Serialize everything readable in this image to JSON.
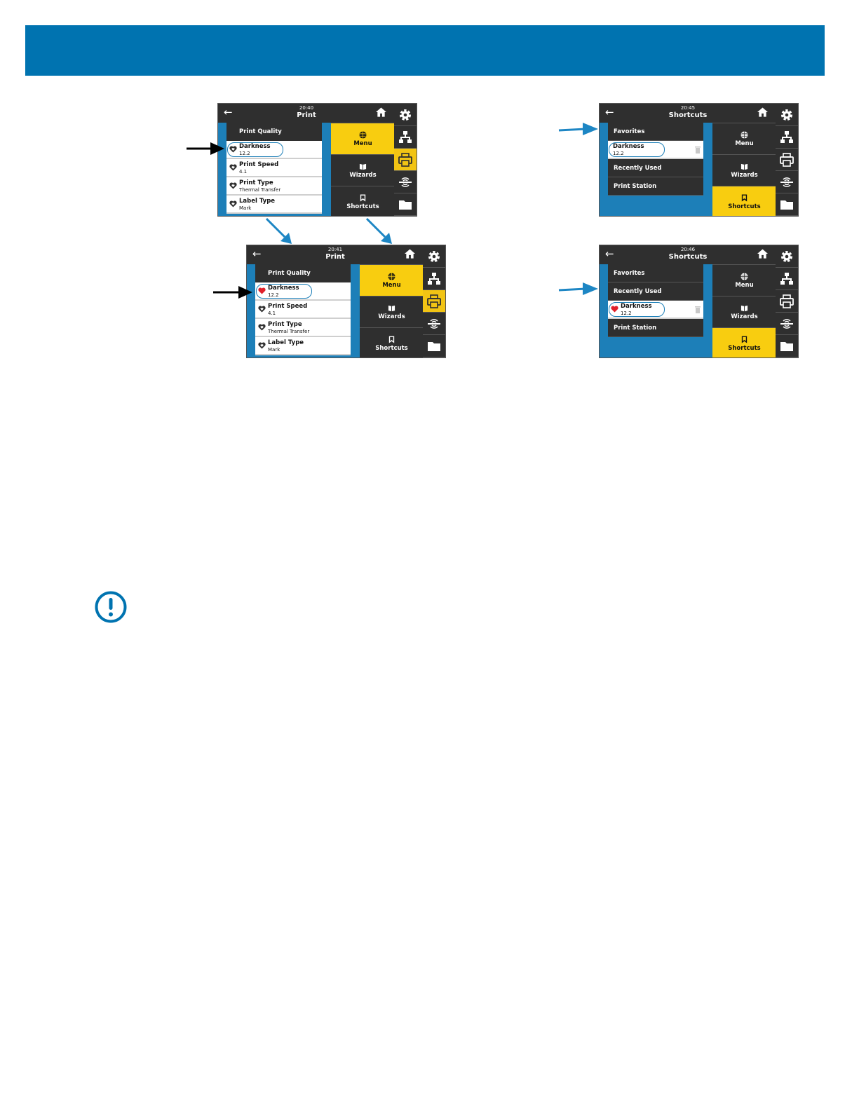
{
  "screens": [
    {
      "time": "20:40",
      "title": "Print",
      "list_header": "Print Quality",
      "items": [
        {
          "name": "Darkness",
          "value": "12.2"
        },
        {
          "name": "Print Speed",
          "value": "4.1"
        },
        {
          "name": "Print Type",
          "value": "Thermal Transfer"
        },
        {
          "name": "Label Type",
          "value": "Mark"
        }
      ],
      "tiles": [
        "Menu",
        "Wizards",
        "Shortcuts"
      ],
      "active_tile": "Menu",
      "active_rail": "printer-icon",
      "favorite_selected": false
    },
    {
      "time": "20:41",
      "title": "Print",
      "list_header": "Print Quality",
      "items": [
        {
          "name": "Darkness",
          "value": "12.2"
        },
        {
          "name": "Print Speed",
          "value": "4.1"
        },
        {
          "name": "Print Type",
          "value": "Thermal Transfer"
        },
        {
          "name": "Label Type",
          "value": "Mark"
        }
      ],
      "tiles": [
        "Menu",
        "Wizards",
        "Shortcuts"
      ],
      "active_tile": "Menu",
      "active_rail": "printer-icon",
      "favorite_selected": true
    },
    {
      "time": "20:45",
      "title": "Shortcuts",
      "rows": [
        "Favorites",
        "Darkness",
        "Recently Used",
        "Print Station"
      ],
      "darkness_value": "12.2",
      "tiles": [
        "Menu",
        "Wizards",
        "Shortcuts"
      ],
      "active_tile": "Shortcuts"
    },
    {
      "time": "20:46",
      "title": "Shortcuts",
      "rows": [
        "Favorites",
        "Recently Used",
        "Darkness",
        "Print Station"
      ],
      "darkness_value": "12.2",
      "tiles": [
        "Menu",
        "Wizards",
        "Shortcuts"
      ],
      "active_tile": "Shortcuts"
    }
  ],
  "colors": {
    "banner": "#0073b0",
    "accent_yellow": "#f8cd10",
    "screen_blue": "#1d7fb8",
    "dark_panel": "#2f2f2f",
    "heart_red": "#e0202a",
    "callout_black_arrow": "#000000",
    "callout_blue_arrow": "#1d86c4"
  },
  "icons": {
    "rail": [
      "gear-icon",
      "network-icon",
      "printer-icon",
      "sensor-icon",
      "folder-icon"
    ],
    "tiles": [
      "globe-icon",
      "book-icon",
      "bookmark-icon"
    ],
    "notice": "important-notice-icon"
  }
}
